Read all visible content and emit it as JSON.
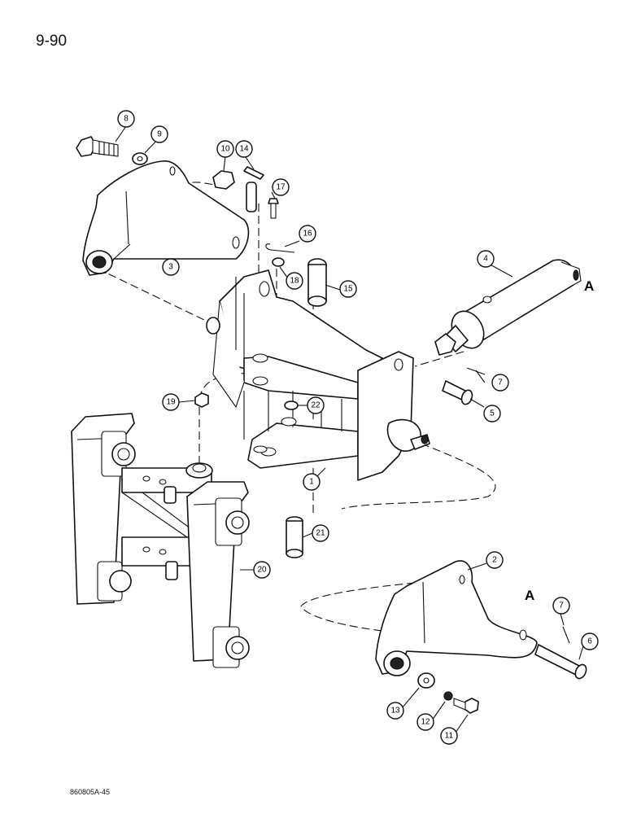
{
  "page_number": "9-90",
  "footer_code": "860805A-45",
  "view_marks": [
    "A",
    "A"
  ],
  "callouts": [
    "1",
    "2",
    "3",
    "4",
    "5",
    "6",
    "7",
    "7",
    "8",
    "9",
    "10",
    "11",
    "12",
    "13",
    "14",
    "15",
    "16",
    "17",
    "18",
    "19",
    "20",
    "21",
    "22"
  ],
  "parts": [
    "frame",
    "bracket-right",
    "bracket-left",
    "hydraulic-cylinder",
    "pin",
    "pin",
    "cotter-pin",
    "bolt",
    "washer",
    "nut",
    "bolt",
    "lock-washer",
    "washer",
    "t-pin",
    "pivot-pin",
    "cotter-pin",
    "bolt",
    "lock-washer",
    "nut",
    "pad-assembly",
    "pivot-pin",
    "snap-ring"
  ]
}
